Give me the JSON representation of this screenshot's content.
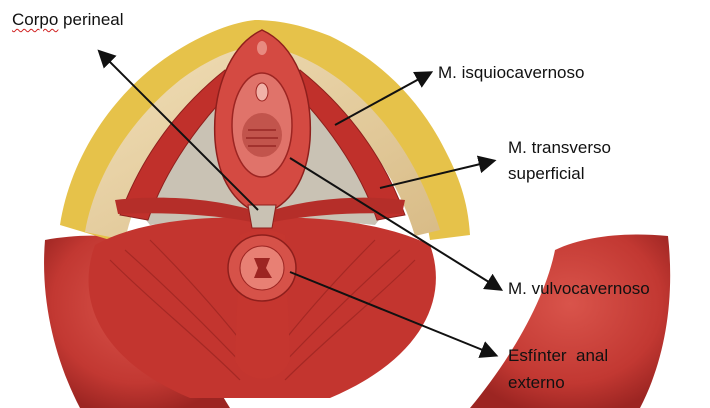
{
  "labels": {
    "corpo_perineal": {
      "part1": "Corpo",
      "part2": " perineal"
    },
    "isquiocavernoso": "M. isquiocavernoso",
    "transverso_line1": "M. transverso",
    "transverso_line2": "superficial",
    "vulvocavernoso": "M. vulvocavernoso",
    "esfinter_line1": "Esfínter  anal",
    "esfinter_line2": "externo"
  },
  "colors": {
    "muscle": "#c83a34",
    "muscle_dark": "#8e1f1c",
    "muscle_light": "#e0736a",
    "fat": "#e6c24a",
    "bone": "#e8d2a8",
    "membrane": "#c9c2b4",
    "arrow": "#111111",
    "spellcheck_underline": "#d02020"
  }
}
